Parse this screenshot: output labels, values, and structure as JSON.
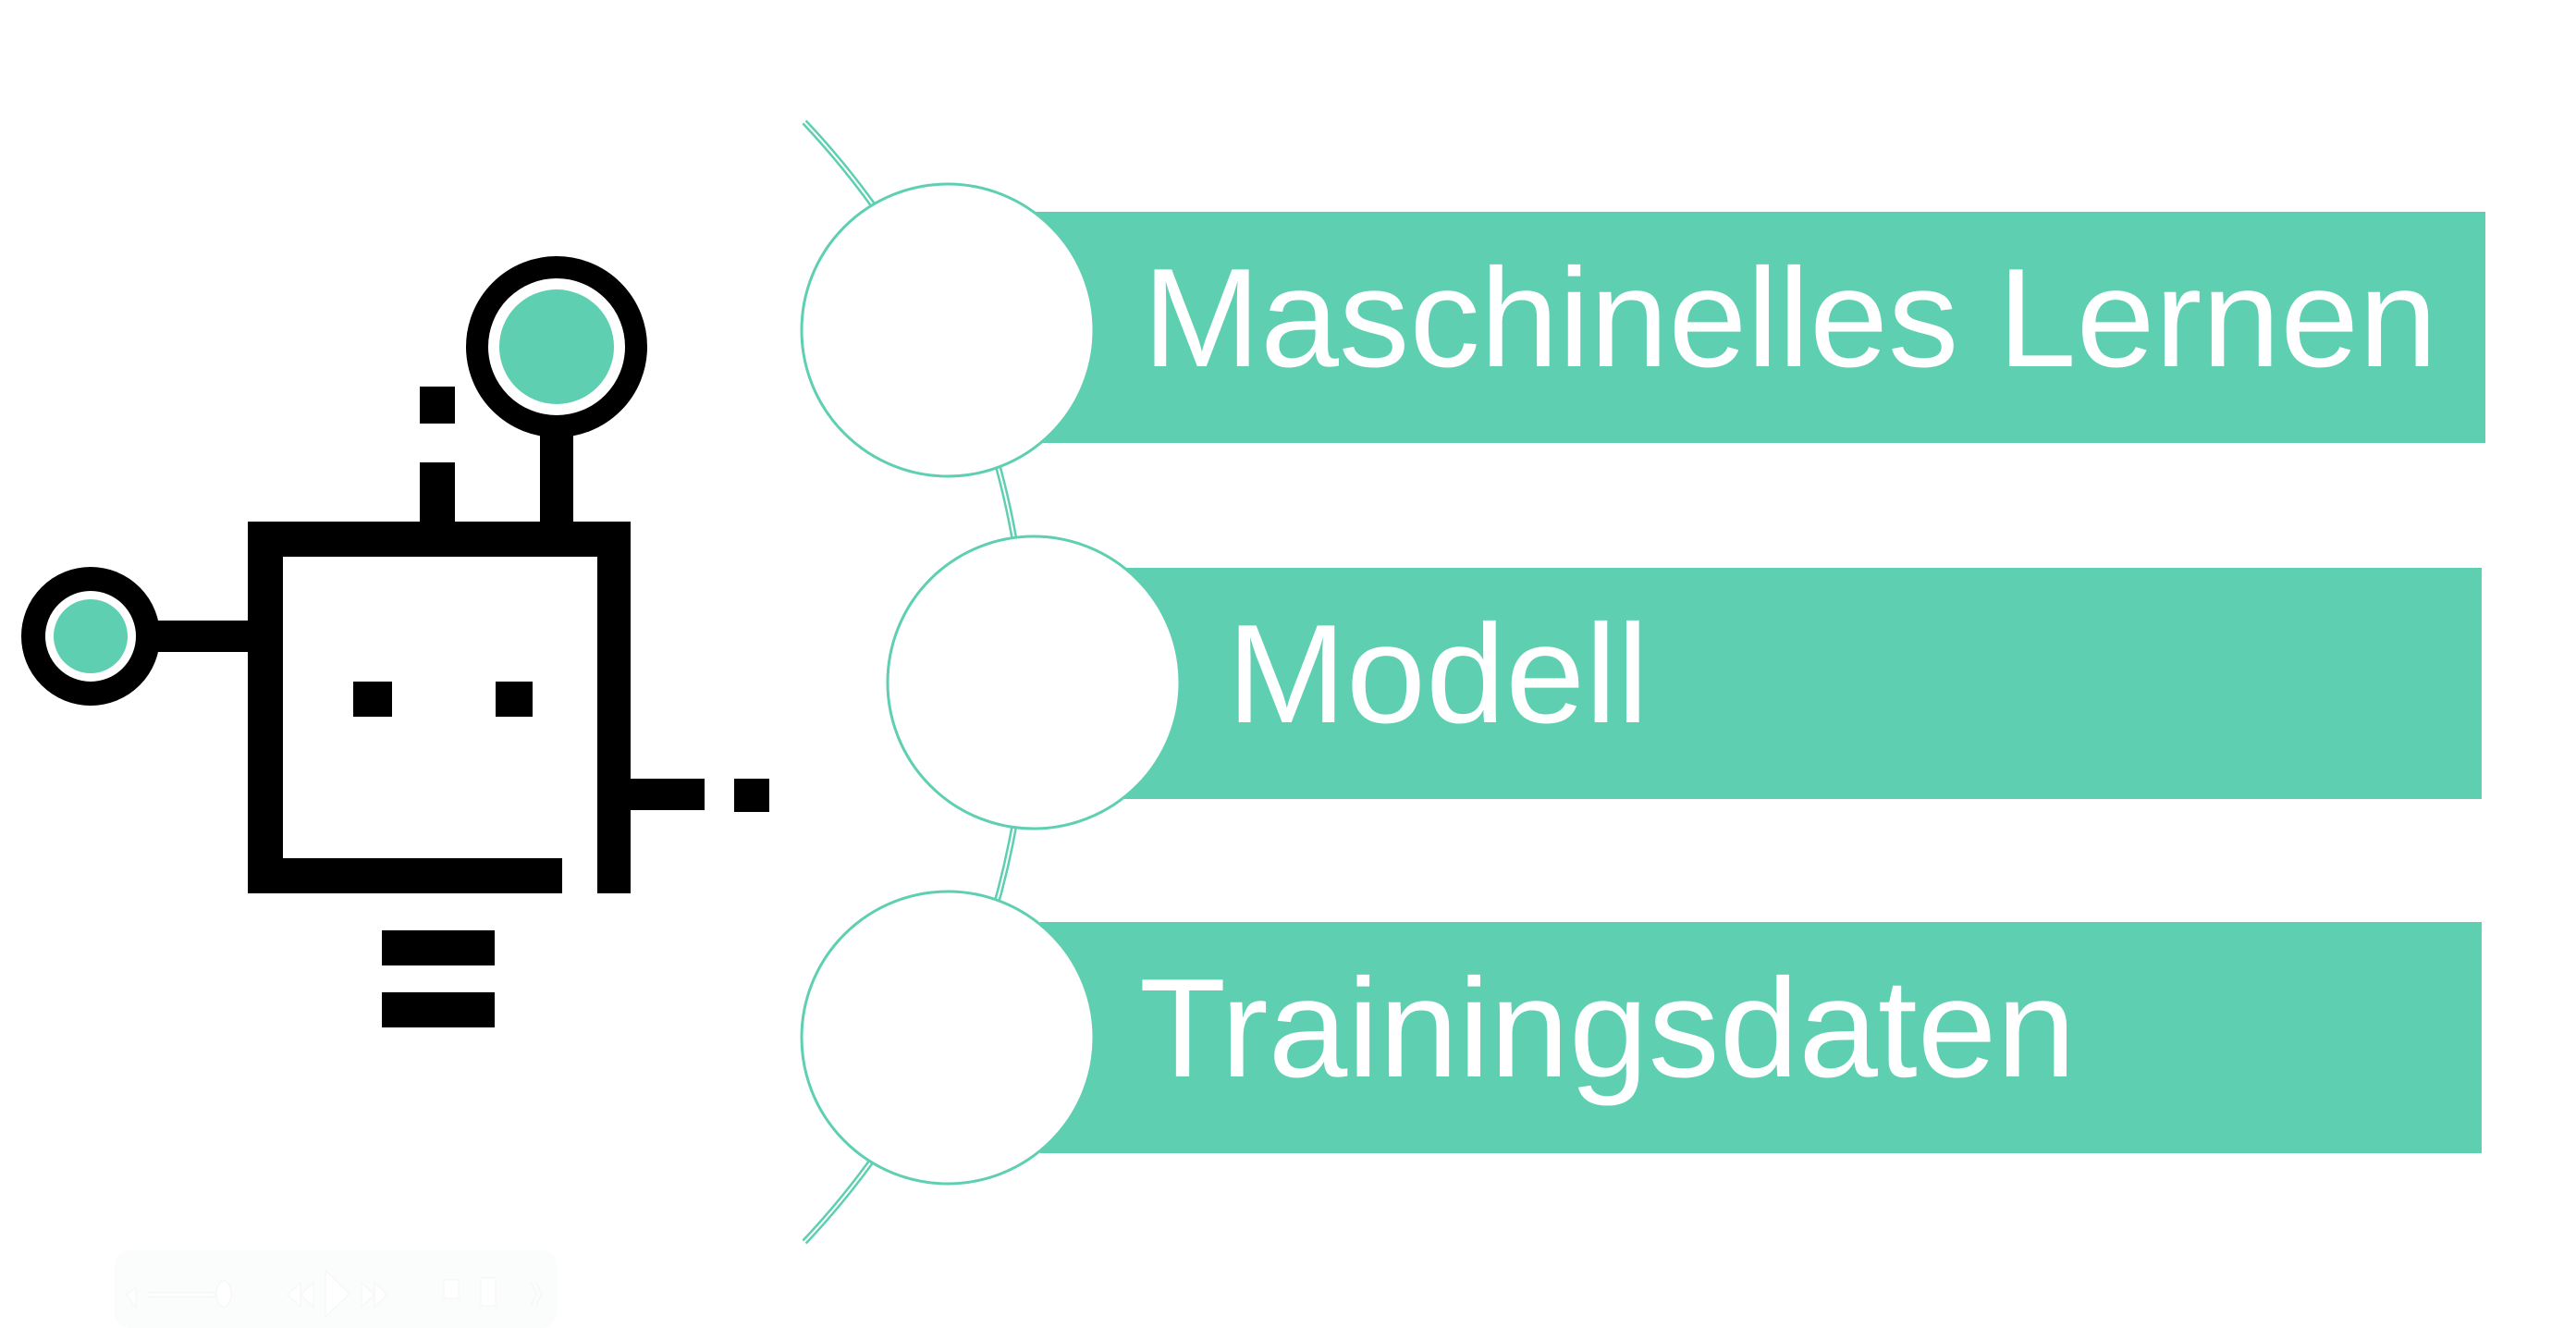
{
  "colors": {
    "accent": "#5ecfb1",
    "ink": "#000000",
    "background": "#ffffff"
  },
  "items": [
    {
      "label": "Maschinelles Lernen"
    },
    {
      "label": "Modell"
    },
    {
      "label": "Trainingsdaten"
    }
  ],
  "icons": {
    "logo": "robot-icon",
    "controls": [
      "volume-icon",
      "rewind-icon",
      "play-icon",
      "fast-forward-icon",
      "airplay-icon",
      "picture-in-picture-icon",
      "expand-icon"
    ]
  }
}
